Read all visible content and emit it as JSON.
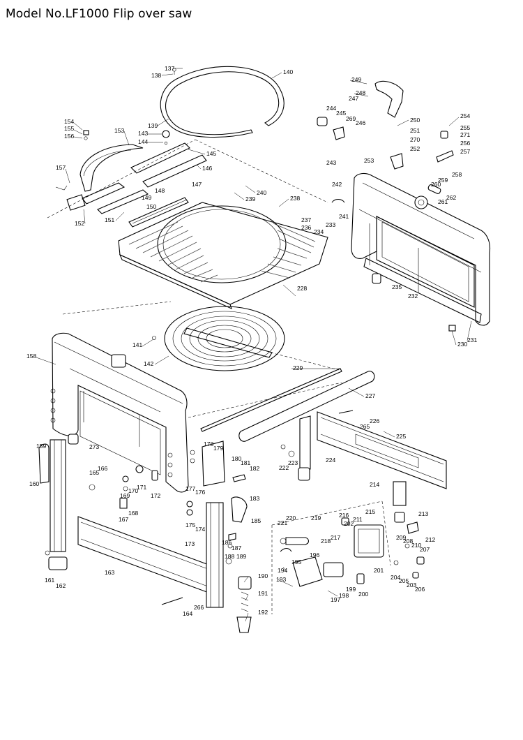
{
  "title": "Model No.LF1000 Flip over saw",
  "labels": {
    "p137": "137",
    "p138": "138",
    "p140": "140",
    "p139": "139",
    "p154": "154",
    "p155": "155",
    "p156": "156",
    "p153": "153",
    "p143": "143",
    "p144": "144",
    "p145": "145",
    "p146": "146",
    "p157": "157",
    "p147": "147",
    "p148": "148",
    "p149": "149",
    "p150": "150",
    "p151": "151",
    "p152": "152",
    "p240": "240",
    "p239": "239",
    "p238": "238",
    "p237": "237",
    "p236": "236",
    "p234": "234",
    "p233": "233",
    "p228": "228",
    "p249": "249",
    "p248": "248",
    "p247": "247",
    "p244": "244",
    "p245": "245",
    "p269": "269",
    "p246": "246",
    "p243": "243",
    "p250": "250",
    "p251": "251",
    "p270": "270",
    "p252": "252",
    "p253": "253",
    "p254": "254",
    "p255": "255",
    "p271": "271",
    "p256": "256",
    "p257": "257",
    "p258": "258",
    "p259": "259",
    "p260": "260",
    "p261": "261",
    "p262": "262",
    "p242": "242",
    "p241": "241",
    "p235": "235",
    "p232": "232",
    "p231": "231",
    "p230": "230",
    "p141": "141",
    "p142": "142",
    "p158": "158",
    "p229": "229",
    "p227": "227",
    "p226": "226",
    "p265": "265",
    "p225": "225",
    "p159": "159",
    "p273": "273",
    "p178": "178",
    "p179": "179",
    "p180": "180",
    "p181": "181",
    "p182": "182",
    "p166": "166",
    "p165": "165",
    "p160": "160",
    "p169": "169",
    "p170": "170",
    "p171": "171",
    "p172": "172",
    "p167": "167",
    "p168": "168",
    "p177": "177",
    "p176": "176",
    "p175": "175",
    "p174": "174",
    "p183": "183",
    "p185": "185",
    "p186": "186",
    "p187": "187",
    "p173": "173",
    "p188": "188",
    "p189": "189",
    "p163": "163",
    "p161": "161",
    "p162": "162",
    "p190": "190",
    "p191": "191",
    "p192": "192",
    "p164": "164",
    "p266": "266",
    "p222": "222",
    "p223": "223",
    "p224": "224",
    "p214": "214",
    "p213": "213",
    "p215": "215",
    "p216": "216",
    "p211": "211",
    "p202": "202",
    "p221": "221",
    "p220": "220",
    "p219": "219",
    "p217": "217",
    "p218": "218",
    "p209": "209",
    "p208": "208",
    "p210": "210",
    "p212": "212",
    "p207": "207",
    "p194": "194",
    "p195": "195",
    "p196": "196",
    "p201": "201",
    "p204": "204",
    "p205": "205",
    "p203": "203",
    "p206": "206",
    "p193": "193",
    "p198": "198",
    "p199": "199",
    "p200": "200",
    "p197": "197"
  }
}
